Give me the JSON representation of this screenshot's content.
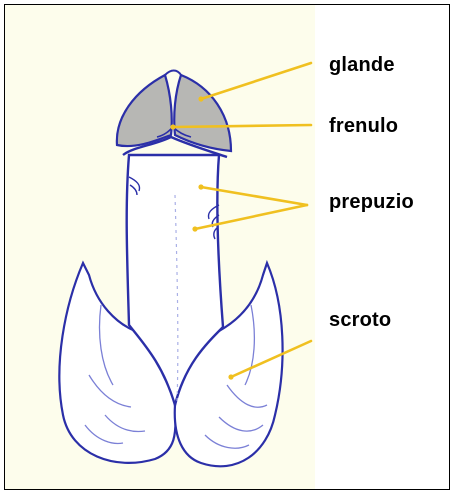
{
  "diagram": {
    "labels": {
      "glande": "glande",
      "frenulo": "frenulo",
      "prepuzio": "prepuzio",
      "scroto": "scroto"
    },
    "colors": {
      "background": "#fdfdec",
      "outline": "#2b2fa8",
      "outline_light": "#7b80d6",
      "glans_fill": "#b7b7b4",
      "leader": "#f0c020",
      "label_text": "#000000"
    }
  }
}
